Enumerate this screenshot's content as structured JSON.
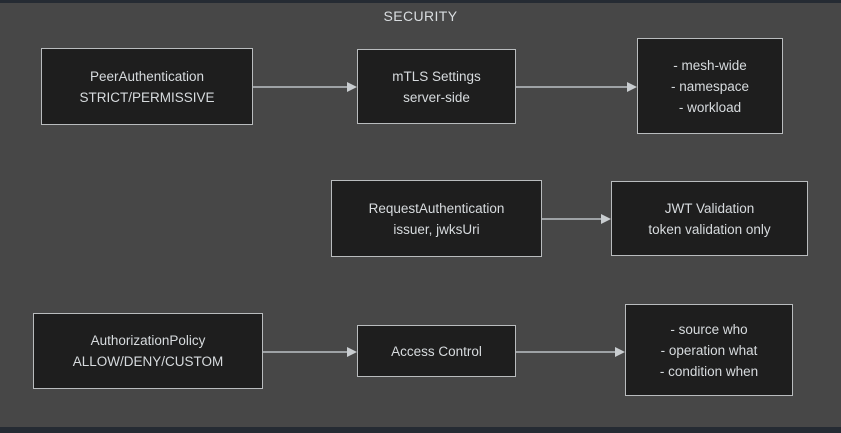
{
  "diagram": {
    "title": "SECURITY",
    "type": "flowchart",
    "theme": {
      "background": "#474747",
      "node_fill": "#1e1e1e",
      "node_border": "#b9bcbe",
      "text": "#d7dbde",
      "connector": "#9ea2a5",
      "edge_strip": "#252b33"
    },
    "rows": [
      {
        "id": "peer-authentication-flow",
        "nodes": [
          {
            "id": "peer-authentication",
            "lines": [
              "PeerAuthentication",
              "STRICT/PERMISSIVE"
            ]
          },
          {
            "id": "mtls-settings",
            "lines": [
              "mTLS Settings",
              "server-side"
            ]
          },
          {
            "id": "mtls-scopes",
            "lines": [
              "- mesh-wide",
              "- namespace",
              "- workload"
            ]
          }
        ],
        "connectors": [
          "arrow-right",
          "arrow-right"
        ]
      },
      {
        "id": "request-authentication-flow",
        "nodes": [
          {
            "id": "request-authentication",
            "lines": [
              "RequestAuthentication",
              "issuer, jwksUri"
            ]
          },
          {
            "id": "jwt-validation",
            "lines": [
              "JWT Validation",
              "token validation only"
            ]
          }
        ],
        "connectors": [
          "arrow-right"
        ]
      },
      {
        "id": "authorization-policy-flow",
        "nodes": [
          {
            "id": "authorization-policy",
            "lines": [
              "AuthorizationPolicy",
              "ALLOW/DENY/CUSTOM"
            ]
          },
          {
            "id": "access-control",
            "lines": [
              "Access Control"
            ]
          },
          {
            "id": "access-control-dimensions",
            "lines": [
              "- source who",
              "- operation what",
              "- condition when"
            ]
          }
        ],
        "connectors": [
          "arrow-right",
          "arrow-right"
        ]
      }
    ]
  }
}
